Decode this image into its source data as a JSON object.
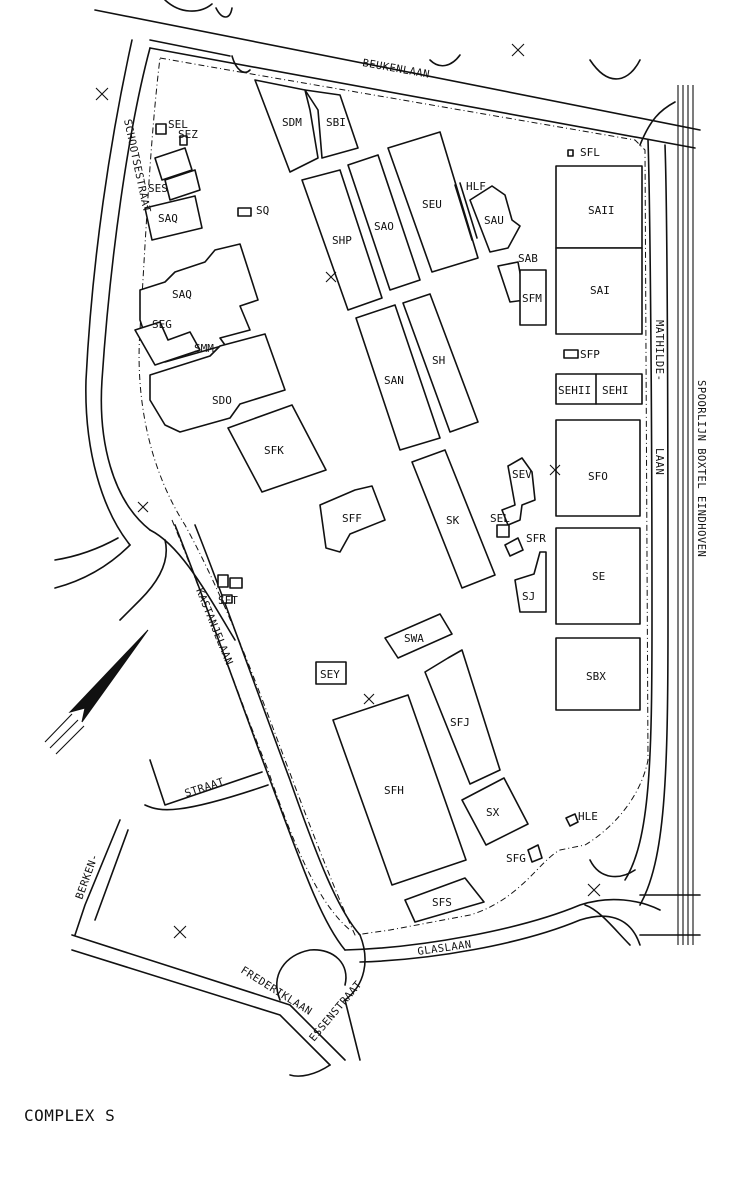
{
  "caption": "COMPLEX S",
  "streets": {
    "beukenlaan": "BEUKENLAAN",
    "schootsestraat": "SCHOOTSESTRAAT",
    "kastanjelaan": "KASTANJELAAN",
    "straat": "STRAAT",
    "berken": "BERKEN-",
    "frederiklaan": "FREDERIKLAAN",
    "essenstraat": "ESSENSTRAAT",
    "glaslaan": "GLASLAAN",
    "mathilde": "MATHILDE-",
    "laan": "LAAN",
    "spoorlijn": "SPOORLIJN BOXTEL EINDHOVEN"
  },
  "buildings": {
    "sdm": "SDM",
    "sbi": "SBI",
    "sel": "SEL",
    "sez": "SEZ",
    "ses": "SES",
    "saq1": "SAQ",
    "sq": "SQ",
    "shp": "SHP",
    "sao": "SAO",
    "seu": "SEU",
    "hlf": "HLF",
    "sau": "SAU",
    "sfl": "SFL",
    "sa2": "SAII",
    "sa1": "SAI",
    "sab": "SAB",
    "sfm": "SFM",
    "saq2": "SAQ",
    "seg": "SEG",
    "smm": "SMM",
    "sdo": "SDO",
    "san": "SAN",
    "sh": "SH",
    "sfp": "SFP",
    "seh2": "SEHII",
    "seh1": "SEHI",
    "sfk": "SFK",
    "sev": "SEV",
    "sfo": "SFO",
    "sff": "SFF",
    "sk": "SK",
    "sel2": "SEL",
    "sfr": "SFR",
    "sft": "SFT",
    "se": "SE",
    "sj": "SJ",
    "swa": "SWA",
    "sey": "SEY",
    "sbx": "SBX",
    "sfj": "SFJ",
    "sfh": "SFH",
    "sx": "SX",
    "hle": "HLE",
    "sfg": "SFG",
    "sfs": "SFS"
  }
}
